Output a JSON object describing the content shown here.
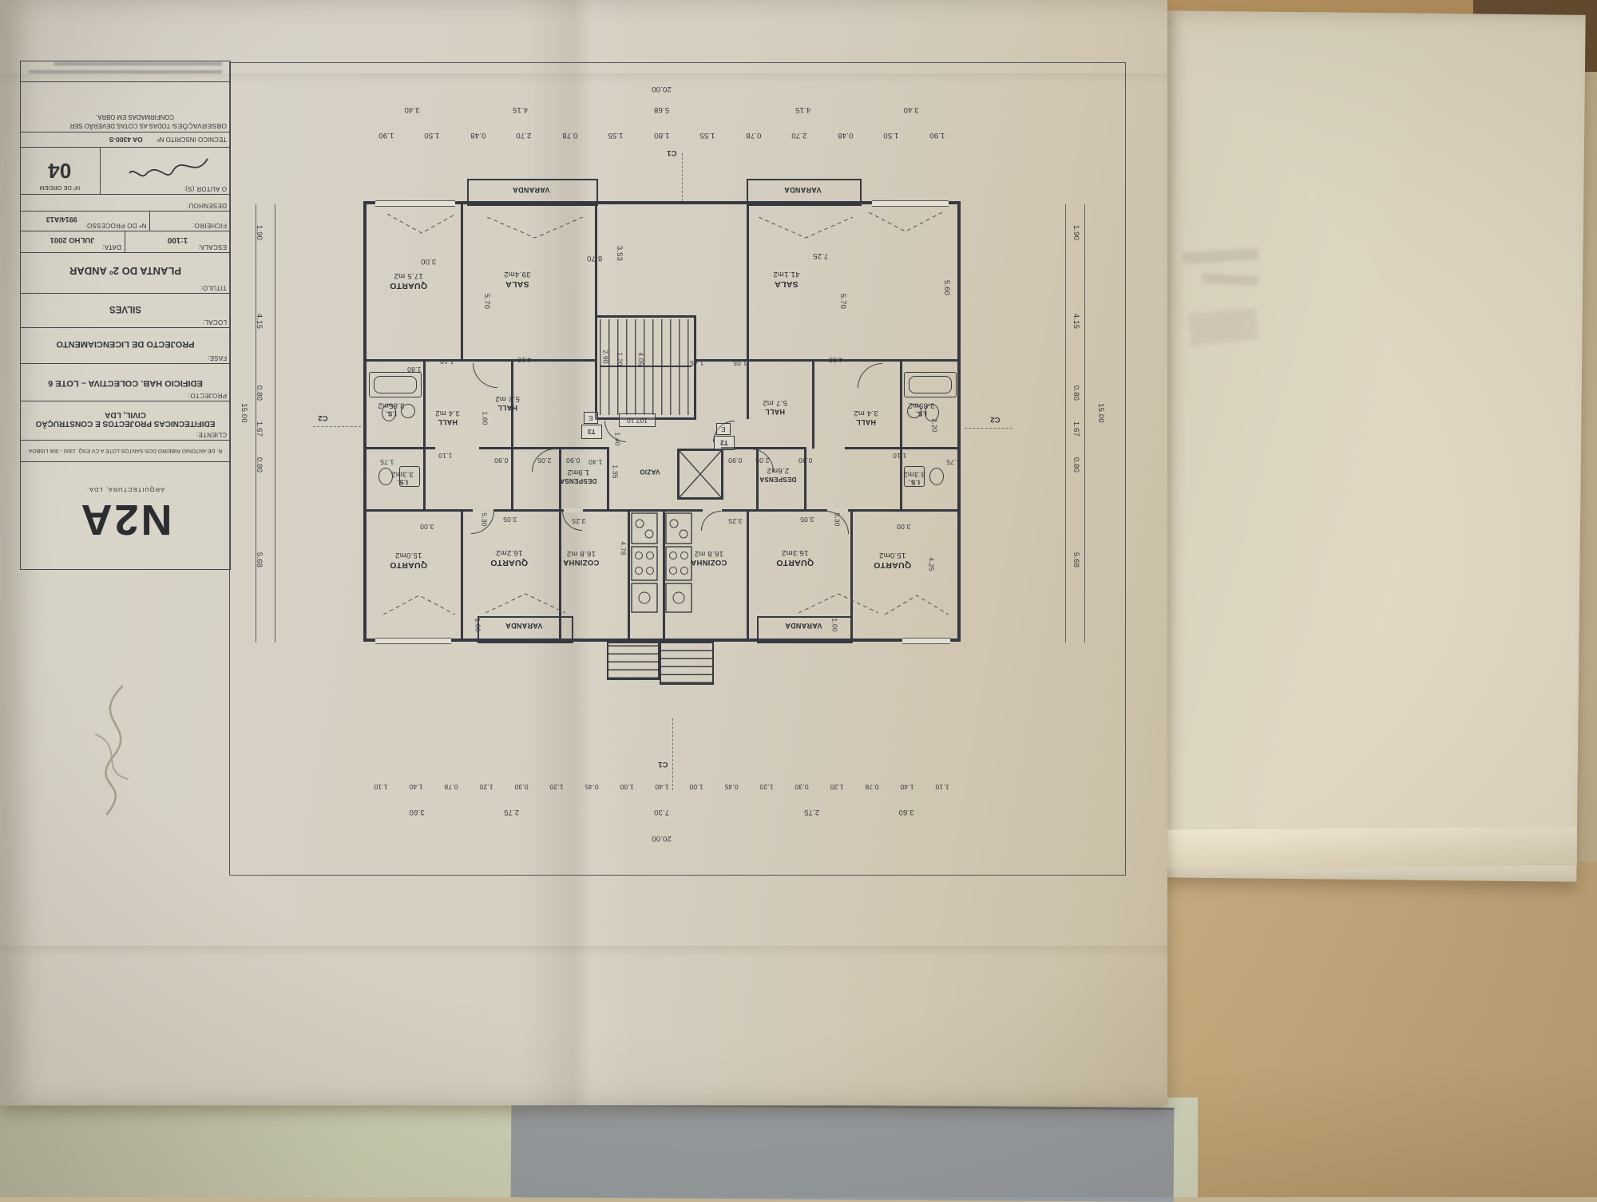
{
  "title_block": {
    "logo": "N2A",
    "logo_caption": "ARQUITECTURA, LDA.",
    "address": "R. DE ANTONIO RIBEIRO DOS SANTOS  LOTE A CV ESQ. 1300 - 306 LISBOA",
    "cliente": {
      "label": "CLIENTE:",
      "value": "EDIFITECNICAS PROJECTOS E CONSTRUÇÃO CIVIL, LDA"
    },
    "projecto": {
      "label": "PROJECTO:",
      "value": "EDIFICIO HAB. COLECTIVA – LOTE 6"
    },
    "fase": {
      "label": "FASE:",
      "value": "PROJECTO DE LICENCIAMENTO"
    },
    "local": {
      "label": "LOCAL:",
      "value": "SILVES"
    },
    "titulo": {
      "label": "TITULO:",
      "value": "PLANTA DO 2º ANDAR"
    },
    "escala": {
      "label": "ESCALA:",
      "value": "1:100"
    },
    "data": {
      "label": "DATA:",
      "value": "JULHO 2001"
    },
    "ficheiro": {
      "label": "FICHEIRO:",
      "value": ""
    },
    "processo": {
      "label": "Nº DO PROCESSO:",
      "value": "9914/A13"
    },
    "desenhou": {
      "label": "DESENHOU:",
      "value": ""
    },
    "autor": {
      "label": "O AUTOR (S):"
    },
    "ordem": {
      "label": "Nº DE ORDEM",
      "value": "04"
    },
    "tecnico": {
      "label": "TECNICO INSCRITO Nº",
      "value": "OA 4300-S"
    },
    "observacoes": {
      "label": "OBSERVAÇÕES:",
      "value": "- TODAS AS COTAS DEVERÃO SER CONFIRMADAS EM OBRA."
    }
  },
  "plan": {
    "rooms": [
      {
        "name": "QUARTO",
        "area": "17.5 m2"
      },
      {
        "name": "SALA",
        "area": "39.4m2"
      },
      {
        "name": "SALA",
        "area": "41.1m2"
      },
      {
        "name": "QUARTO",
        "area": "15.0m2"
      },
      {
        "name": "QUARTO",
        "area": "16.2m2"
      },
      {
        "name": "COZINHA",
        "area": "16.8 m2"
      },
      {
        "name": "COZINHA",
        "area": "16.8 m2"
      },
      {
        "name": "QUARTO",
        "area": "16.3m2"
      },
      {
        "name": "QUARTO",
        "area": "15.0m2"
      },
      {
        "name": "HALL",
        "area": "3.4 m2"
      },
      {
        "name": "HALL",
        "area": "5.2 m2"
      },
      {
        "name": "HALL",
        "area": "5.7 m2"
      },
      {
        "name": "HALL",
        "area": "3.4 m2"
      },
      {
        "name": "I.S.",
        "area": "3.85m2"
      },
      {
        "name": "I.S.",
        "area": "3.85m2"
      },
      {
        "name": "I.S.",
        "area": "3.3m2"
      },
      {
        "name": "I.S.",
        "area": "3.3m2"
      },
      {
        "name": "DESPENSA",
        "area": "1.9m2"
      },
      {
        "name": "DESPENSA",
        "area": "2.6m2"
      },
      {
        "name": "VAZIO",
        "area": ""
      },
      {
        "name": "VARANDA",
        "area": ""
      },
      {
        "name": "VARANDA",
        "area": ""
      },
      {
        "name": "VARANDA",
        "area": ""
      },
      {
        "name": "VARANDA",
        "area": ""
      }
    ],
    "markers": {
      "c1": "C1",
      "c2": "C2",
      "t3": "T3",
      "t2": "T2",
      "e": "E",
      "level": "107.10"
    },
    "dims": {
      "top_total": "20.00",
      "top_major": [
        "3.40",
        "4.15",
        "5.68",
        "4.15",
        "3.40"
      ],
      "top_minor": [
        "1.90",
        "1.50",
        "0.48",
        "2.70",
        "0.78",
        "1.55",
        "1.80",
        "1.55",
        "0.78",
        "2.70",
        "0.48",
        "1.50",
        "1.90"
      ],
      "bottom_total": "20.00",
      "bottom_major": [
        "3.60",
        "2.75",
        "7.30",
        "2.75",
        "3.60"
      ],
      "bottom_minor": [
        "1.10",
        "1.40",
        "0.78",
        "1.20",
        "0.30",
        "1.20",
        "0.45",
        "1.00",
        "1.40",
        "1.00",
        "0.45",
        "1.20",
        "0.30",
        "1.20",
        "0.78",
        "1.40",
        "1.10"
      ],
      "left_total": "15.00",
      "left_chain": [
        "1.90",
        "4.15",
        "0.80",
        "1.67",
        "0.80",
        "5.68"
      ],
      "right_total": "15.00",
      "right_chain": [
        "1.90",
        "4.15",
        "0.80",
        "1.67",
        "0.80",
        "5.68"
      ],
      "interior": [
        "3.00",
        "5.70",
        "8.70",
        "3.53",
        "7.25",
        "5.70",
        "5.60",
        "1.80",
        "1.10",
        "4.10",
        "1.45",
        "1.05",
        "4.30",
        "2.90",
        "1.20",
        "4.05",
        "1.40",
        "1.60",
        "0.90",
        "2.05",
        "0.90",
        "1.40",
        "1.35",
        "0.90",
        "2.05",
        "0.90",
        "1.10",
        "1.75",
        "1.10",
        "1.75",
        "5.30",
        "3.05",
        "3.25",
        "4.78",
        "3.25",
        "3.05",
        "5.30",
        "3.00",
        "3.00",
        "1.00",
        "1.00",
        "4.25",
        "2.20"
      ]
    }
  }
}
